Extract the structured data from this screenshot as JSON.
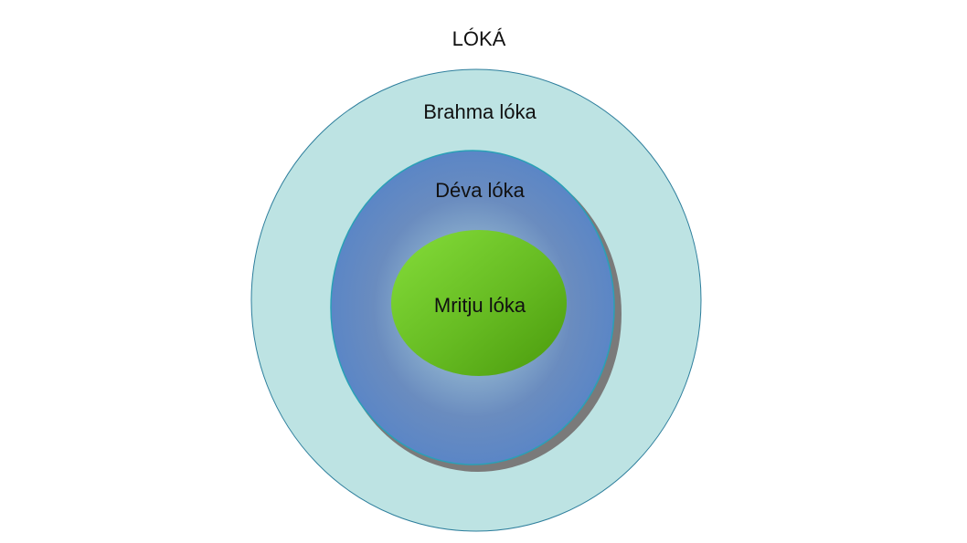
{
  "diagram": {
    "title": "LÓKÁ",
    "outer": {
      "label": "Brahma lóka",
      "fill": "#bde3e3",
      "stroke": "#2d7e9c"
    },
    "middle": {
      "label": "Déva lóka",
      "fill": "#6a8fc4",
      "stroke": "#2aa0b6"
    },
    "inner": {
      "label": "Mritju lóka",
      "fill": "#66bb22"
    }
  }
}
